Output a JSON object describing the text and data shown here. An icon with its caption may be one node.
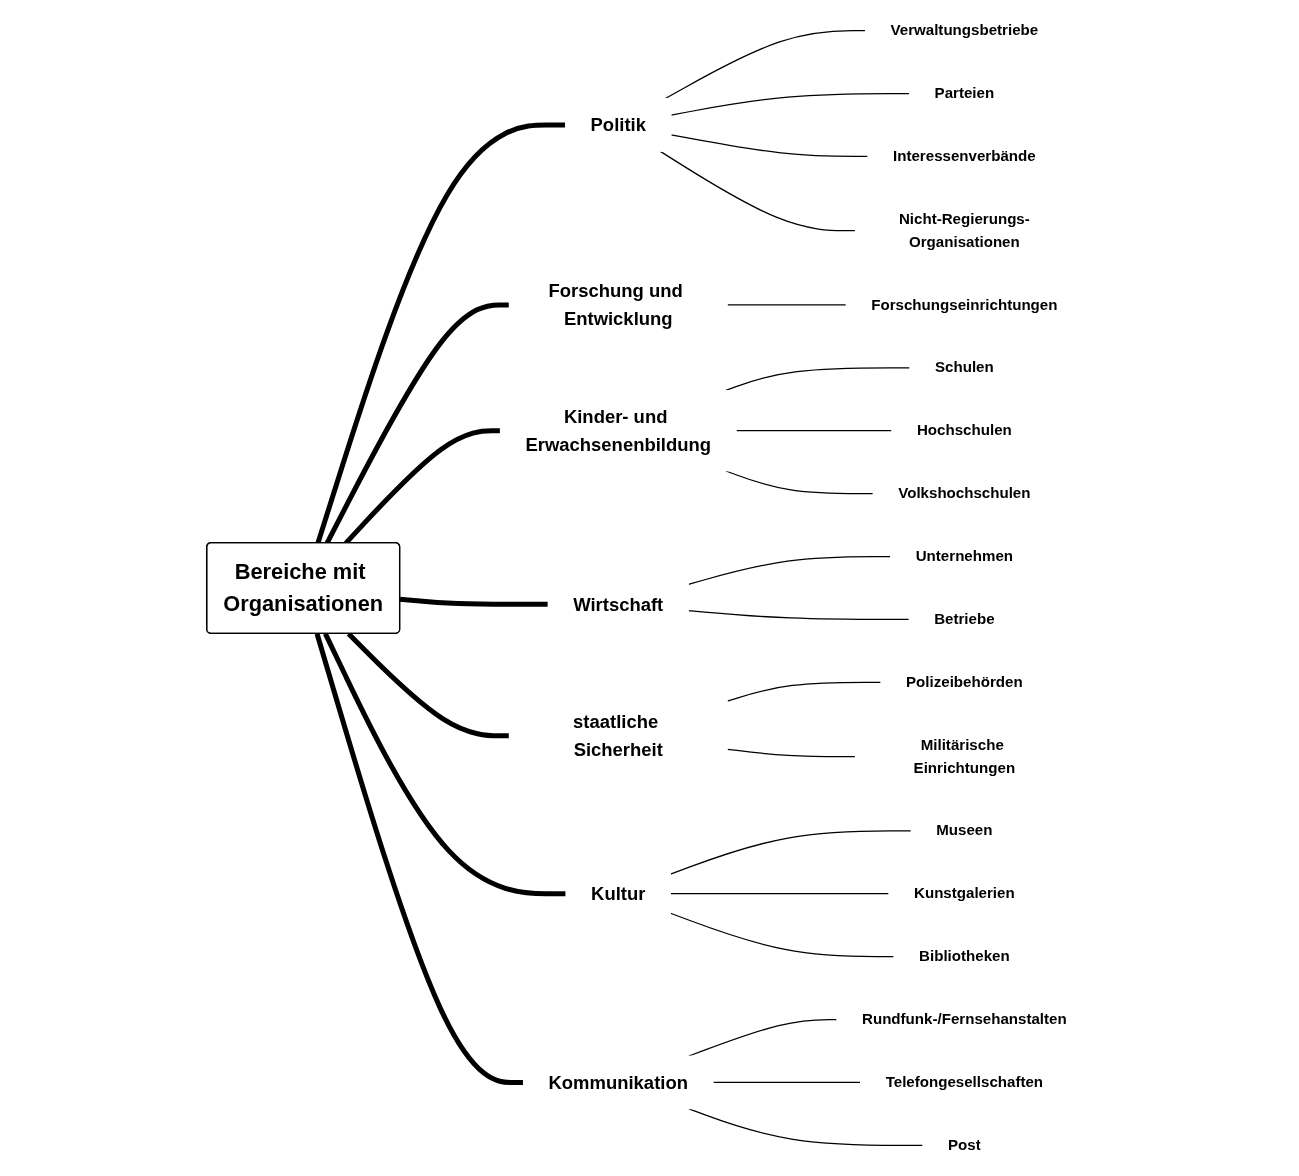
{
  "diagram": {
    "nodes": [
      {
        "text": [
          "Bereiche mit Organisationen"
        ]
      },
      {
        "text": [
          "Politik"
        ]
      },
      {
        "text": [
          "Verwaltungsbetriebe"
        ]
      },
      {
        "text": [
          "Parteien"
        ]
      },
      {
        "text": [
          "Interessenverbände"
        ]
      },
      {
        "text": [
          "Nicht-Regierungs-Organisationen"
        ]
      },
      {
        "text": [
          "Forschung und Entwicklung"
        ]
      },
      {
        "text": [
          "Forschungseinrichtungen"
        ]
      },
      {
        "text": [
          "Kinder- und Erwachsenenbildung"
        ]
      },
      {
        "text": [
          "Schulen"
        ]
      },
      {
        "text": [
          "Hochschulen"
        ]
      },
      {
        "text": [
          "Volkshochschulen"
        ]
      },
      {
        "text": [
          "Wirtschaft"
        ]
      },
      {
        "text": [
          "Unternehmen"
        ]
      },
      {
        "text": [
          "Betriebe"
        ]
      },
      {
        "text": [
          "staatliche Sicherheit"
        ]
      },
      {
        "text": [
          "Polizeibehörden"
        ]
      },
      {
        "text": [
          "Militärische Einrichtungen"
        ]
      },
      {
        "text": [
          "Kultur"
        ]
      },
      {
        "text": [
          "Museen"
        ]
      },
      {
        "text": [
          "Kunstgalerien"
        ]
      },
      {
        "text": [
          "Bibliotheken"
        ]
      },
      {
        "text": [
          "Kommunikation"
        ]
      },
      {
        "text": [
          "Rundfunk-/Fernsehanstalten"
        ]
      },
      {
        "text": [
          "Telefongesellschaften"
        ]
      },
      {
        "text": [
          "Post"
        ]
      }
    ],
    "edges": [
      {
        "from": 0,
        "to": 1,
        "arrow": "none",
        "style": "thick"
      },
      {
        "from": 1,
        "to": 2,
        "arrow": "none"
      },
      {
        "from": 1,
        "to": 3,
        "arrow": "none"
      },
      {
        "from": 1,
        "to": 4,
        "arrow": "none"
      },
      {
        "from": 1,
        "to": 5,
        "arrow": "none"
      },
      {
        "from": 0,
        "to": 6,
        "arrow": "none",
        "style": "thick"
      },
      {
        "from": 6,
        "to": 7,
        "arrow": "none"
      },
      {
        "from": 0,
        "to": 8,
        "arrow": "none",
        "style": "thick"
      },
      {
        "from": 8,
        "to": 9,
        "arrow": "none"
      },
      {
        "from": 8,
        "to": 10,
        "arrow": "none"
      },
      {
        "from": 8,
        "to": 11,
        "arrow": "none"
      },
      {
        "from": 0,
        "to": 12,
        "arrow": "none",
        "style": "thick"
      },
      {
        "from": 12,
        "to": 13,
        "arrow": "none"
      },
      {
        "from": 12,
        "to": 14,
        "arrow": "none"
      },
      {
        "from": 0,
        "to": 15,
        "arrow": "none",
        "style": "thick"
      },
      {
        "from": 15,
        "to": 16,
        "arrow": "none"
      },
      {
        "from": 15,
        "to": 17,
        "arrow": "none"
      },
      {
        "from": 0,
        "to": 18,
        "arrow": "none",
        "style": "thick"
      },
      {
        "from": 18,
        "to": 19,
        "arrow": "none"
      },
      {
        "from": 18,
        "to": 20,
        "arrow": "none"
      },
      {
        "from": 18,
        "to": 21,
        "arrow": "none"
      },
      {
        "from": 0,
        "to": 22,
        "arrow": "none",
        "style": "thick"
      },
      {
        "from": 22,
        "to": 23,
        "arrow": "none"
      },
      {
        "from": 22,
        "to": 24,
        "arrow": "none"
      },
      {
        "from": 22,
        "to": 25,
        "arrow": "none"
      }
    ]
  }
}
